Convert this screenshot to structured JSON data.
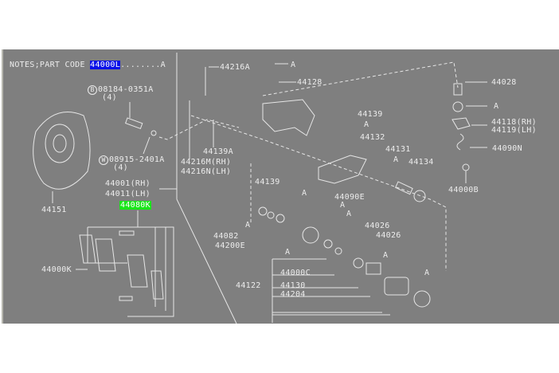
{
  "notes": {
    "prefix": "NOTES;PART CODE",
    "code": "44000L",
    "suffix": "........A"
  },
  "labels": {
    "p44216A": "44216A",
    "a1": "A",
    "p44128": "44128",
    "bolt_mark": "B",
    "bolt": "08184-0351A",
    "bolt_qty": "(4)",
    "washer_mark": "W",
    "washer": "08915-2401A",
    "washer_qty": "(4)",
    "p44028": "44028",
    "a2": "A",
    "p44118": "44118(RH)",
    "p44119": "44119(LH)",
    "p44090N": "44090N",
    "p44139a": "44139",
    "a3": "A",
    "p44132": "44132",
    "p44131": "44131",
    "a4": "A",
    "p44134": "44134",
    "p44000B": "44000B",
    "p44139A": "44139A",
    "p44216M": "44216M(RH)",
    "p44216N": "44216N(LH)",
    "p44139b": "44139",
    "a5": "A",
    "p44090E": "44090E",
    "a6": "A",
    "a7": "A",
    "p44001": "44001(RH)",
    "p44011": "44011(LH)",
    "p44080K": "44080K",
    "p44151": "44151",
    "p44082": "44082",
    "p44200E": "44200E",
    "a8": "A",
    "a9": "A",
    "p44026a": "44026",
    "p44026b": "44026",
    "a10": "A",
    "p44000C": "44000C",
    "p44122": "44122",
    "p44130": "44130",
    "p44204": "44204",
    "a11": "A",
    "p44000K": "44000K"
  },
  "colors": {
    "background": "#7f7f7f",
    "line": "#ececec",
    "highlight_blue": "#0a10e8",
    "highlight_green": "#19e619"
  }
}
